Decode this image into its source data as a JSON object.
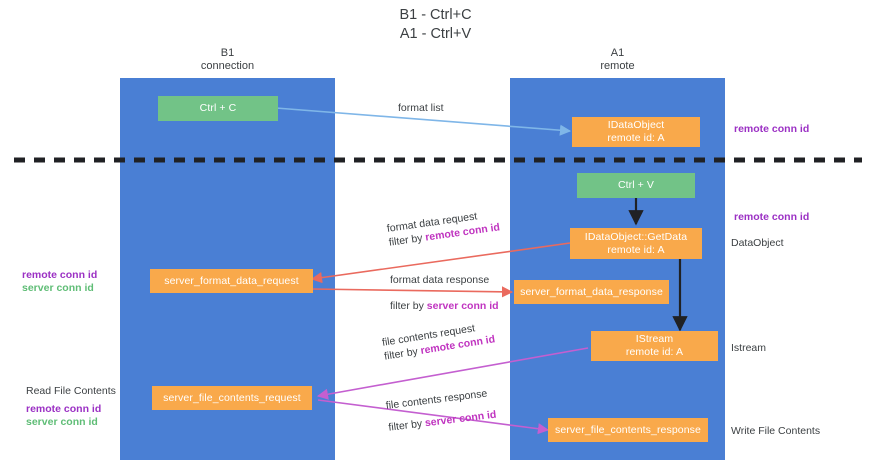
{
  "title": "B1 - Ctrl+C\nA1 - Ctrl+V",
  "lanes": [
    {
      "name": "b1",
      "header": "B1\nconnection"
    },
    {
      "name": "a1",
      "header": "A1\nremote"
    }
  ],
  "nodes": {
    "ctrl_c": "Ctrl + C",
    "idataobject": "IDataObject\nremote id: A",
    "ctrl_v": "Ctrl + V",
    "getdata": "IDataObject::GetData\nremote id: A",
    "server_format_data_request": "server_format_data_request",
    "server_format_data_response": "server_format_data_response",
    "istream": "IStream\nremote id: A",
    "server_file_contents_request": "server_file_contents_request",
    "server_file_contents_response": "server_file_contents_response"
  },
  "edges": {
    "format_list": "format list",
    "format_data_request": "format data request",
    "format_data_request_filter_prefix": "filter by ",
    "format_data_request_filter_key": "remote conn id",
    "format_data_response": "format data response",
    "format_data_response_filter_prefix": "filter by ",
    "format_data_response_filter_key": "server conn id",
    "file_contents_request": "file contents request",
    "file_contents_request_filter_prefix": "filter by ",
    "file_contents_request_filter_key": "remote conn id",
    "file_contents_response": "file contents response",
    "file_contents_response_filter_prefix": "filter by ",
    "file_contents_response_filter_key": "server conn id"
  },
  "side_labels": {
    "right_remote_conn_id_top": "remote conn id",
    "right_remote_conn_id_mid": "remote conn id",
    "right_dataobject": "DataObject",
    "right_istream": "Istream",
    "right_write_file_contents": "Write File Contents",
    "left_remote_conn_id": "remote conn id",
    "left_server_conn_id": "server conn id",
    "left_read_file_contents": "Read File Contents",
    "left_remote_conn_id_2": "remote conn id",
    "left_server_conn_id_2": "server conn id"
  },
  "colors": {
    "lane": "#4a7fd4",
    "green_node": "#72c387",
    "orange_node": "#f9a94b",
    "remote_conn_id": "#9b30c4",
    "server_conn_id": "#5fbd76",
    "arrow_blue": "#7fb6e8",
    "arrow_red": "#ea6a5e",
    "arrow_magenta": "#c45fd0",
    "arrow_black": "#202124",
    "divider": "#202124"
  }
}
